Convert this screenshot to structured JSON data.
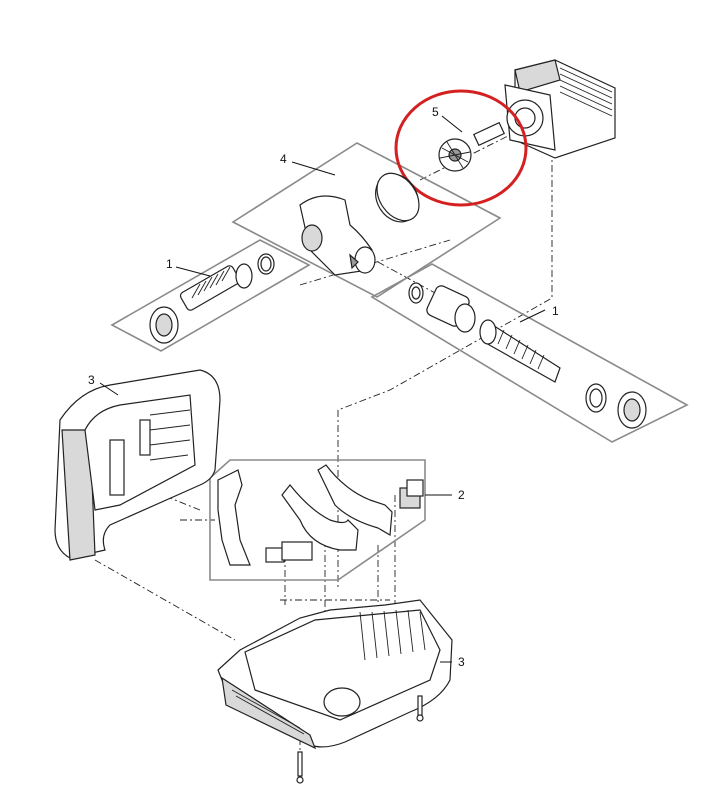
{
  "callouts": [
    {
      "id": "c1a",
      "label": "1"
    },
    {
      "id": "c1b",
      "label": "1"
    },
    {
      "id": "c2",
      "label": "2"
    },
    {
      "id": "c3a",
      "label": "3"
    },
    {
      "id": "c3b",
      "label": "3"
    },
    {
      "id": "c4",
      "label": "4"
    },
    {
      "id": "c5",
      "label": "5"
    }
  ],
  "highlight": {
    "target": "5",
    "color": "#d42020"
  },
  "colors": {
    "line": "#222222",
    "panel": "#8a8a8a",
    "shade": "#d9d9d9"
  }
}
